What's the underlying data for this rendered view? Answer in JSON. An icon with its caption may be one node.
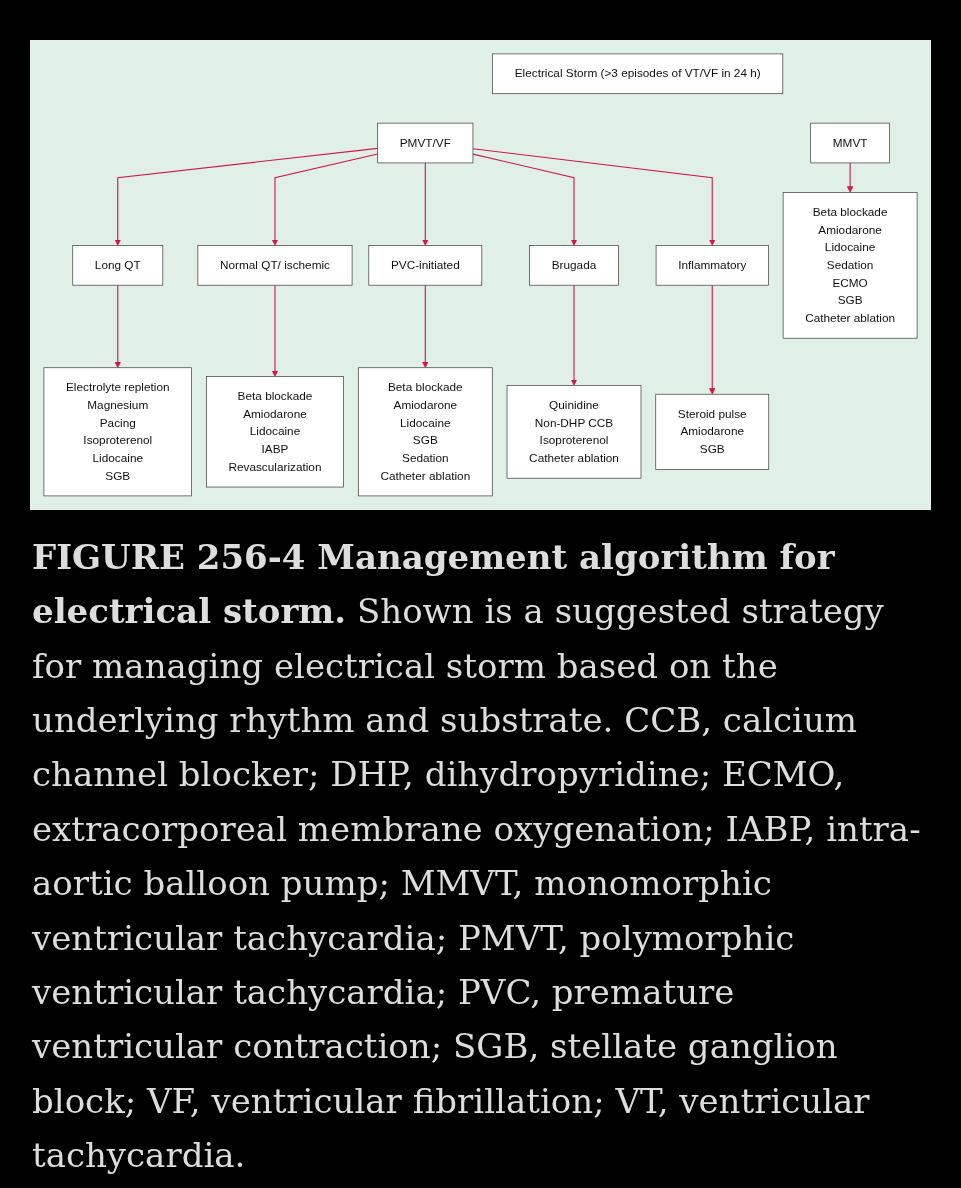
{
  "diagram": {
    "caption": "**FIGURE 256-4 Management algorithm for electrical storm.** Shown is a suggested strategy for managing electrical storm based on the underlying rhythm and substrate. CCB, calcium channel blocker; DHP, dihydropyridine; ECMO, extracorporeal membrane oxygenation; IABP, intra-aortic balloon pump; MMVT, monomorphic ventricular tachycardia; PMVT, polymorphic ventricular tachycardia; PVC, premature ventricular contraction; SGB, stellate ganglion block; VF, ventricular fibrillation; VT, ventricular tachycardia.",
    "nodes": [
      {
        "text": [
          "Electrical Storm (>3 episodes of VT/VF in 24 h)"
        ]
      },
      {
        "text": [
          "MMVT"
        ]
      },
      {
        "text": [
          "PMVT/VF"
        ]
      },
      {
        "text": [
          "Long QT"
        ]
      },
      {
        "text": [
          "Normal QT/ ischemic"
        ]
      },
      {
        "text": [
          "PVC-initiated"
        ]
      },
      {
        "text": [
          "Brugada"
        ]
      },
      {
        "text": [
          "Inflammatory"
        ]
      },
      {
        "text": [
          "Beta blockade",
          "Amiodarone",
          "Lidocaine",
          "Sedation",
          "ECMO",
          "SGB",
          "Catheter ablation"
        ]
      },
      {
        "text": [
          "Electrolyte repletion",
          "Magnesium",
          "Pacing",
          "Isoproterenol",
          "Lidocaine",
          "SGB"
        ]
      },
      {
        "text": [
          "Beta blockade",
          "Amiodarone",
          "Lidocaine",
          "IABP",
          "Revascularization"
        ]
      },
      {
        "text": [
          "Beta blockade",
          "Amiodarone",
          "Lidocaine",
          "SGB",
          "Sedation",
          "Catheter ablation"
        ]
      },
      {
        "text": [
          "Quinidine",
          "Non-DHP CCB",
          "Isoproterenol",
          "Catheter ablation"
        ]
      },
      {
        "text": [
          "Steroid pulse",
          "Amiodarone",
          "SGB"
        ]
      }
    ],
    "edges": [
      {
        "from": 1,
        "to": 8,
        "arrow": "to"
      },
      {
        "from": 2,
        "to": 3,
        "arrow": "to"
      },
      {
        "from": 2,
        "to": 4,
        "arrow": "to"
      },
      {
        "from": 2,
        "to": 5,
        "arrow": "to"
      },
      {
        "from": 2,
        "to": 6,
        "arrow": "to"
      },
      {
        "from": 2,
        "to": 7,
        "arrow": "to"
      },
      {
        "from": 3,
        "to": 9,
        "arrow": "to"
      },
      {
        "from": 4,
        "to": 10,
        "arrow": "to"
      },
      {
        "from": 5,
        "to": 11,
        "arrow": "to"
      },
      {
        "from": 6,
        "to": 12,
        "arrow": "to"
      },
      {
        "from": 7,
        "to": 13,
        "arrow": "to"
      }
    ]
  }
}
